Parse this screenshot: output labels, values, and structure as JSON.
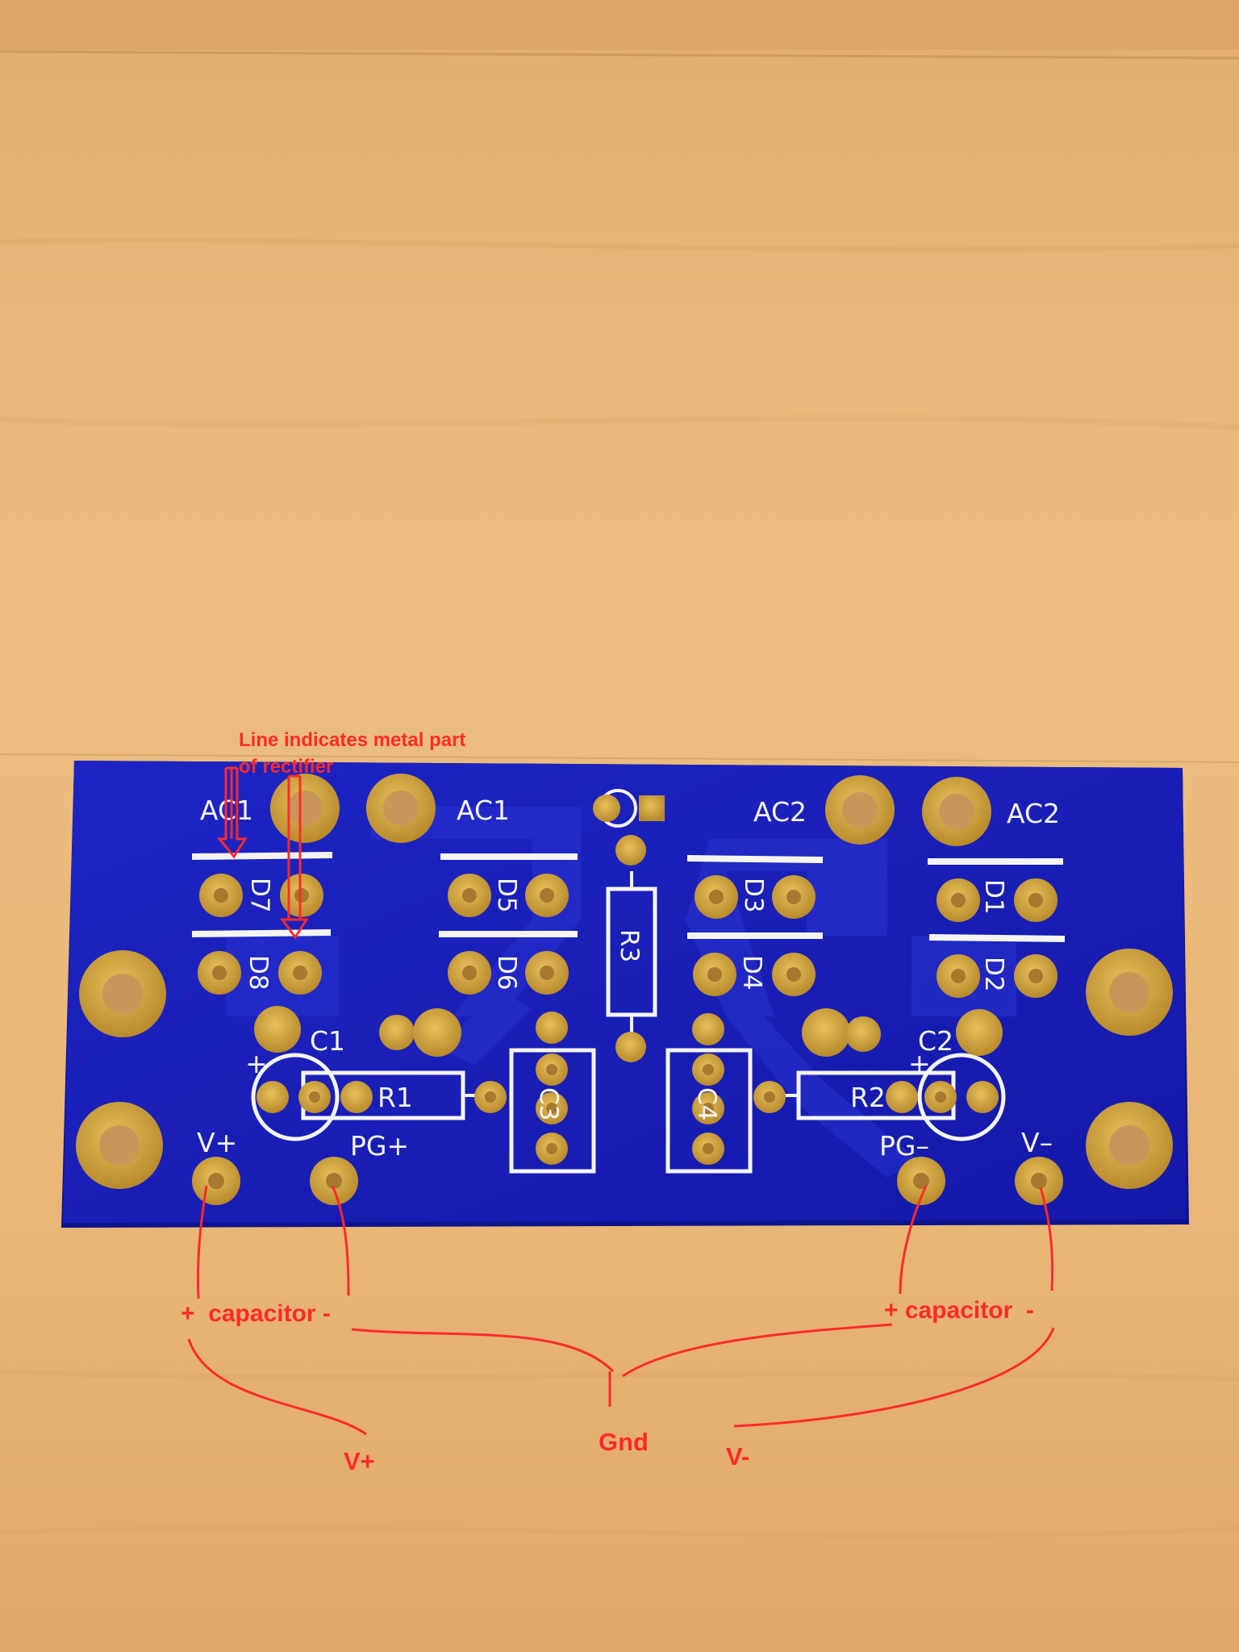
{
  "annotations": {
    "metal_part_line1": "Line indicates metal part",
    "metal_part_line2": "of rectifier",
    "capacitor_left": "+  capacitor -",
    "capacitor_right": "+ capacitor  -",
    "vplus": "V+",
    "gnd": "Gnd",
    "vminus": "V-"
  },
  "silkscreen": {
    "ac1_left": "AC1",
    "ac1_right": "AC1",
    "ac2_left": "AC2",
    "ac2_right": "AC2",
    "d7": "D7",
    "d8": "D8",
    "d5": "D5",
    "d6": "D6",
    "d3": "D3",
    "d4": "D4",
    "d1": "D1",
    "d2": "D2",
    "r1": "R1",
    "r2": "R2",
    "r3": "R3",
    "c1": "C1",
    "c2": "C2",
    "c3": "C3",
    "c4": "C4",
    "c1_plus": "+",
    "c2_plus": "+",
    "v_plus": "V+",
    "pg_plus": "PG+",
    "pg_minus": "PG–",
    "v_minus": "V–"
  },
  "colors": {
    "table_wood": "#e8b97a",
    "pcb_solder_mask": "#1a1fb8",
    "copper_pad": "#d4a843",
    "silkscreen": "#f4f4f4",
    "annotation_red": "#ff2a2a"
  }
}
